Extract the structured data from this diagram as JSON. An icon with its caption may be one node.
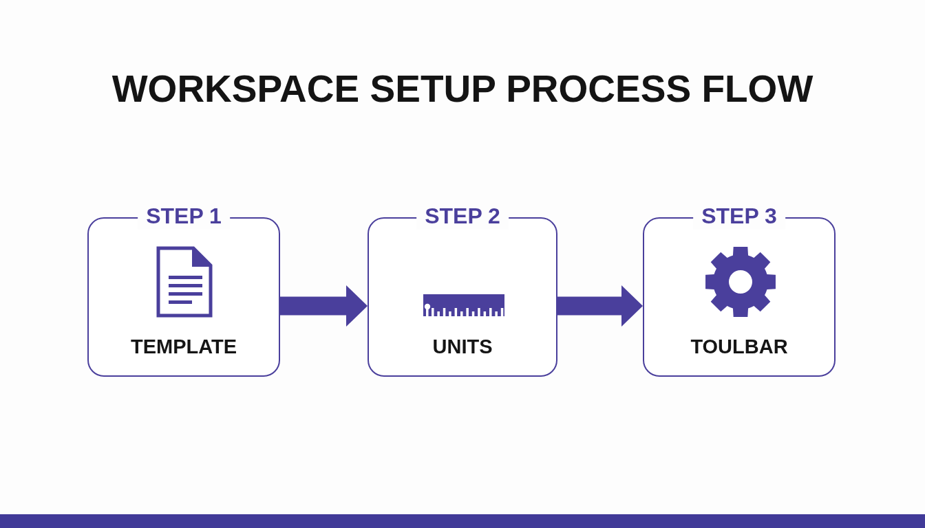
{
  "diagram": {
    "title": "WORKSPACE SETUP PROCESS FLOW",
    "nodes": [
      {
        "text": [
          "STEP 1",
          "TEMPLATE"
        ]
      },
      {
        "text": [
          "STEP 2",
          "UNITS"
        ]
      },
      {
        "text": [
          "STEP 3",
          "TOULBAR"
        ]
      }
    ],
    "edges": [
      {
        "from": 0,
        "to": 1,
        "arrow": "to"
      },
      {
        "from": 1,
        "to": 2,
        "arrow": "to"
      }
    ]
  }
}
